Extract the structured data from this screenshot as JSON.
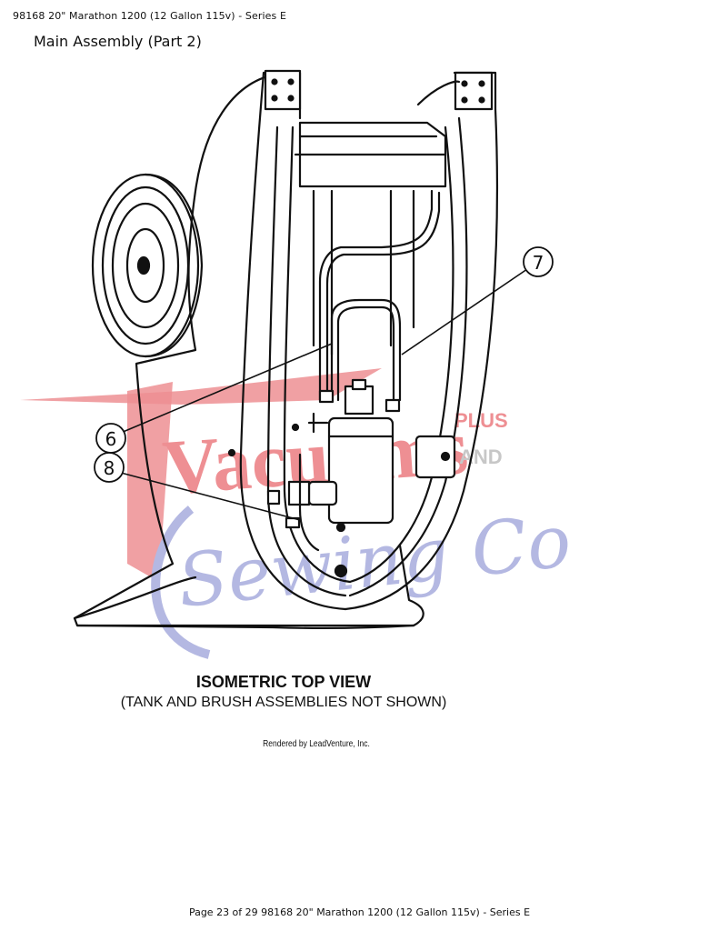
{
  "header": {
    "document_title": "98168 20\" Marathon 1200 (12 Gallon 115v) - Series E",
    "section_title": "Main Assembly (Part 2)"
  },
  "diagram": {
    "callouts": [
      "6",
      "7",
      "8"
    ],
    "caption_title": "ISOMETRIC TOP VIEW",
    "caption_subtitle": "(TANK AND BRUSH ASSEMBLIES NOT SHOWN)",
    "watermark": {
      "text_primary": "Vacuums",
      "text_secondary": "Sewing Co",
      "text_minor": [
        "PLUS",
        "AND"
      ],
      "colors": {
        "red": "#e86a6f",
        "blue": "#9ba0d8",
        "gray": "#b5b5b5"
      }
    }
  },
  "credit": "Rendered by LeadVenture, Inc.",
  "footer": "Page 23 of 29 98168 20\" Marathon 1200 (12 Gallon 115v) - Series E"
}
